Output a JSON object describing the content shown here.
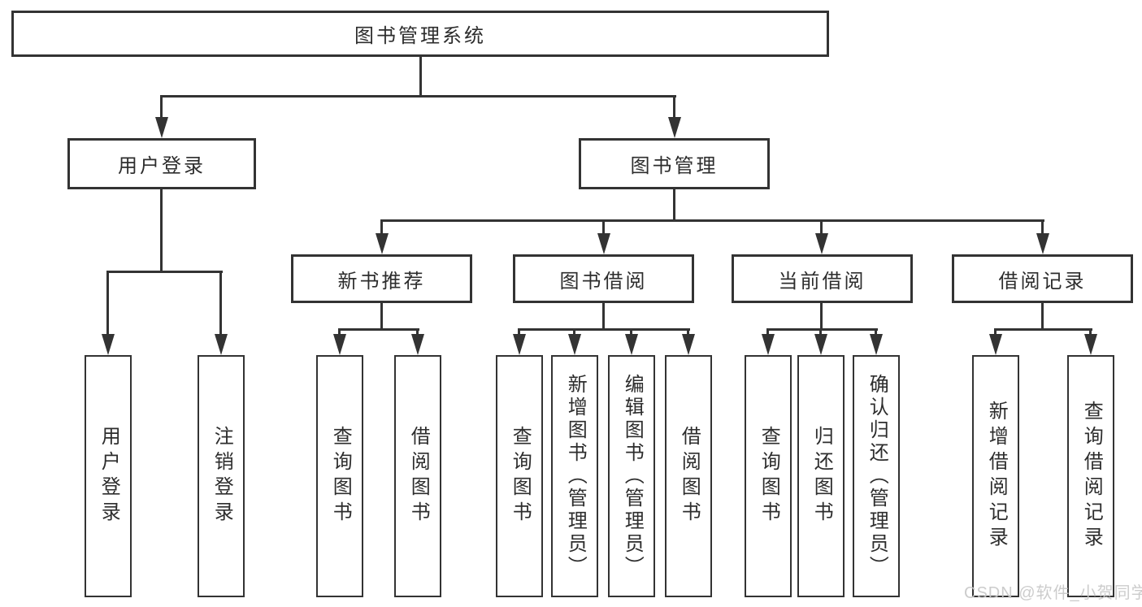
{
  "diagram_title": "图书管理系统",
  "nodes": {
    "root": "图书管理系统",
    "user_login": "用户登录",
    "book_management": "图书管理",
    "new_book_recommend": "新书推荐",
    "book_borrowing": "图书借阅",
    "current_borrowing": "当前借阅",
    "borrowing_records": "借阅记录"
  },
  "leaves": {
    "user_login": "用户登录",
    "logout": "注销登录",
    "recommend_query_book": "查询图书",
    "recommend_borrow_book": "借阅图书",
    "borrow_query_book": "查询图书",
    "borrow_add_book_admin": "新增图书（管理员）",
    "borrow_edit_book_admin": "编辑图书（管理员）",
    "borrow_borrow_book": "借阅图书",
    "current_query_book": "查询图书",
    "current_return_book": "归还图书",
    "current_confirm_return_admin": "确认归还（管理员）",
    "records_add_record": "新增借阅记录",
    "records_query_record": "查询借阅记录"
  },
  "watermark": "CSDN @软件_小贺同学",
  "colors": {
    "line": "#333333",
    "text": "#2d2d2d",
    "background": "#ffffff",
    "watermark": "#c8c8c8"
  }
}
